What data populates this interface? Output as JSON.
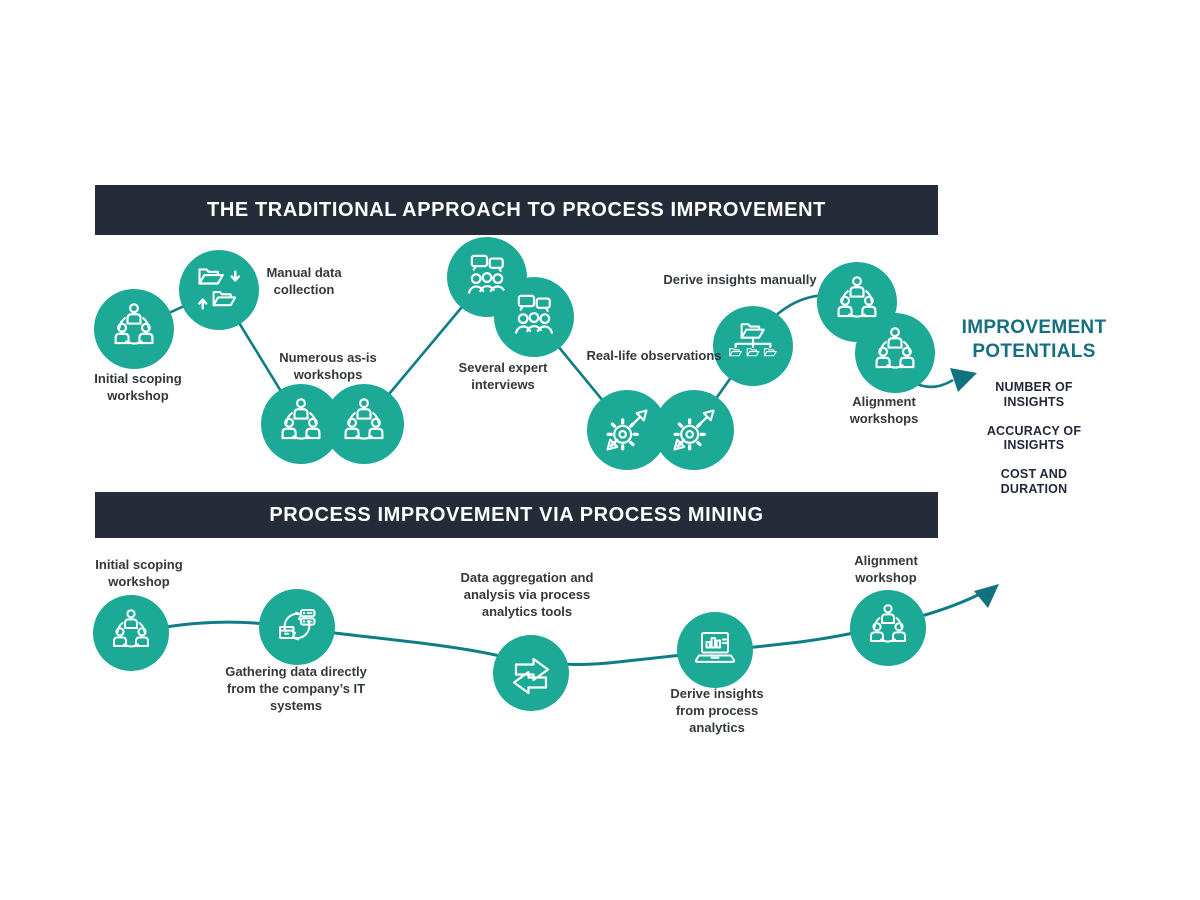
{
  "colors": {
    "teal": "#1CA996",
    "line": "#0F7D85",
    "arrow": "#10737F",
    "banner_bg": "#262B39",
    "banner_text": "#FFFFFF",
    "label_text": "#33383E",
    "title_teal": "#156F80",
    "panel_text": "#23293A"
  },
  "banners": {
    "traditional": "THE TRADITIONAL APPROACH TO PROCESS IMPROVEMENT",
    "mining": "PROCESS IMPROVEMENT VIA PROCESS MINING"
  },
  "traditional": {
    "steps": [
      {
        "label": "Initial scoping workshop",
        "icon": "workshop-people"
      },
      {
        "label": "Manual data collection",
        "icon": "folder-exchange"
      },
      {
        "label": "Numerous as-is workshops",
        "icon": "workshop-people"
      },
      {
        "label": "Several expert interviews",
        "icon": "interview-people"
      },
      {
        "label": "Real-life observations",
        "icon": "gear-arrows"
      },
      {
        "label": "Derive insights manually",
        "icon": "folder-hierarchy"
      },
      {
        "label": "Alignment workshops",
        "icon": "workshop-people"
      }
    ]
  },
  "mining": {
    "steps": [
      {
        "label": "Initial scoping workshop",
        "icon": "workshop-people"
      },
      {
        "label": "Gathering data directly from the company’s IT systems",
        "icon": "data-sync"
      },
      {
        "label": "Data aggregation and analysis via process analytics tools",
        "icon": "transfer-arrows"
      },
      {
        "label": "Derive insights from process analytics",
        "icon": "laptop-analytics"
      },
      {
        "label": "Alignment workshop",
        "icon": "workshop-people"
      }
    ]
  },
  "panel": {
    "title": "IMPROVEMENT POTENTIALS",
    "items": [
      "NUMBER OF INSIGHTS",
      "ACCURACY OF INSIGHTS",
      "COST AND DURATION"
    ]
  }
}
